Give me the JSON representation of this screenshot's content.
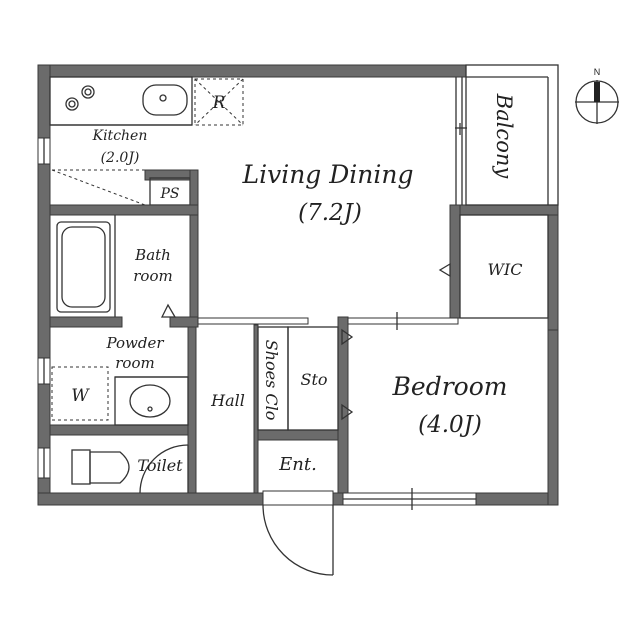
{
  "rooms": {
    "kitchen": {
      "name": "Kitchen",
      "size": "(2.0J)"
    },
    "living": {
      "name": "Living Dining",
      "size": "(7.2J)"
    },
    "bedroom": {
      "name": "Bedroom",
      "size": "(4.0J)"
    },
    "bath": {
      "line1": "Bath",
      "line2": "room"
    },
    "powder": {
      "line1": "Powder",
      "line2": "room"
    },
    "balcony": "Balcony",
    "wic": "WIC",
    "ps": "PS",
    "hall": "Hall",
    "shoes": "Shoes Clo",
    "storage": "Sto",
    "toilet": "Toilet",
    "entrance": "Ent.",
    "washer": "W",
    "fridge": "R"
  },
  "compass": {
    "north": "N"
  },
  "colors": {
    "wall": "#6b6b6b",
    "line": "#333333"
  }
}
